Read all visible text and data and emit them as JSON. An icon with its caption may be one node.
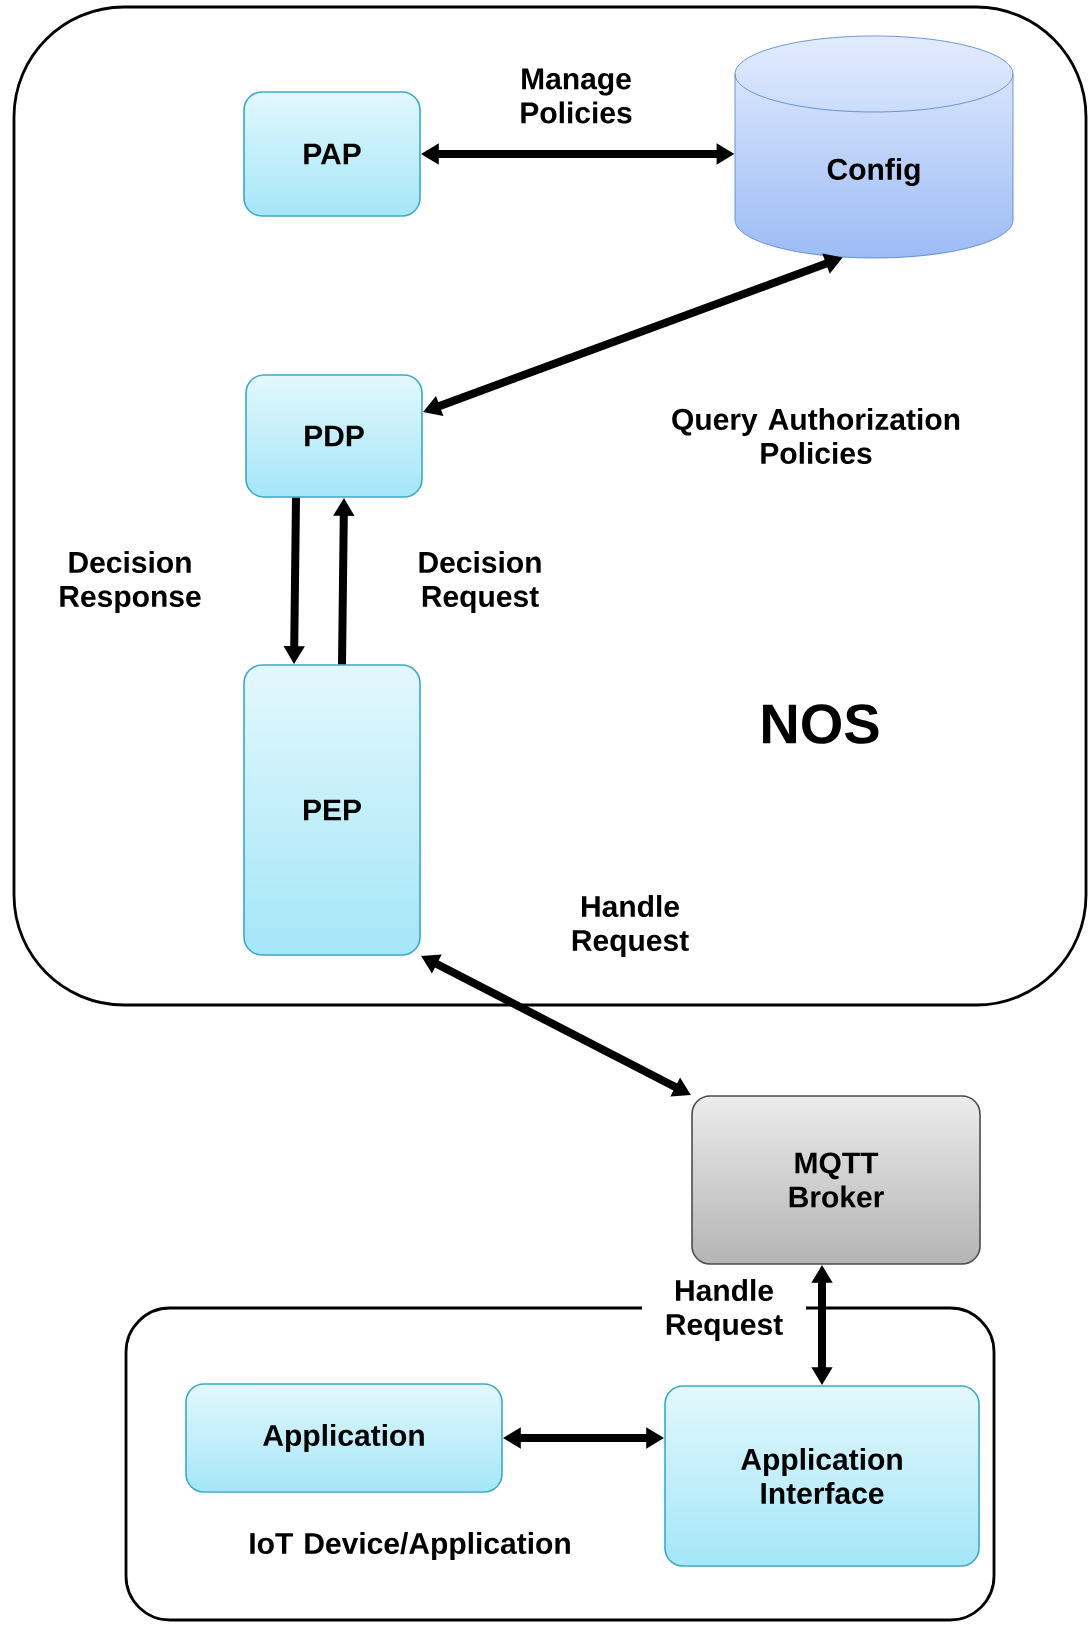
{
  "diagram": {
    "nodes": [
      {
        "text": [
          "NOS"
        ]
      },
      {
        "text": [
          "PAP"
        ],
        "in": 0
      },
      {
        "text": [
          "Config"
        ],
        "in": 0
      },
      {
        "text": [
          "PDP"
        ],
        "in": 0
      },
      {
        "text": [
          "PEP"
        ],
        "in": 0
      },
      {
        "text": [
          "MQTT Broker"
        ]
      },
      {
        "text": [
          "IoT Device/Application"
        ]
      },
      {
        "text": [
          "Application"
        ],
        "in": 6
      },
      {
        "text": [
          "Application Interface"
        ],
        "in": 6
      }
    ],
    "edges": [
      {
        "from": 1,
        "to": 2,
        "arrow": "both",
        "label": "Manage Policies"
      },
      {
        "from": 2,
        "to": 3,
        "arrow": "both",
        "label": "Query Authorization Policies"
      },
      {
        "from": 3,
        "to": 4,
        "arrow": "to",
        "label": "Decision Response"
      },
      {
        "from": 4,
        "to": 3,
        "arrow": "to",
        "label": "Decision Request"
      },
      {
        "from": 4,
        "to": 5,
        "arrow": "both",
        "label": "Handle Request"
      },
      {
        "from": 5,
        "to": 8,
        "arrow": "both",
        "label": "Handle Request"
      },
      {
        "from": 7,
        "to": 8,
        "arrow": "both"
      }
    ]
  }
}
